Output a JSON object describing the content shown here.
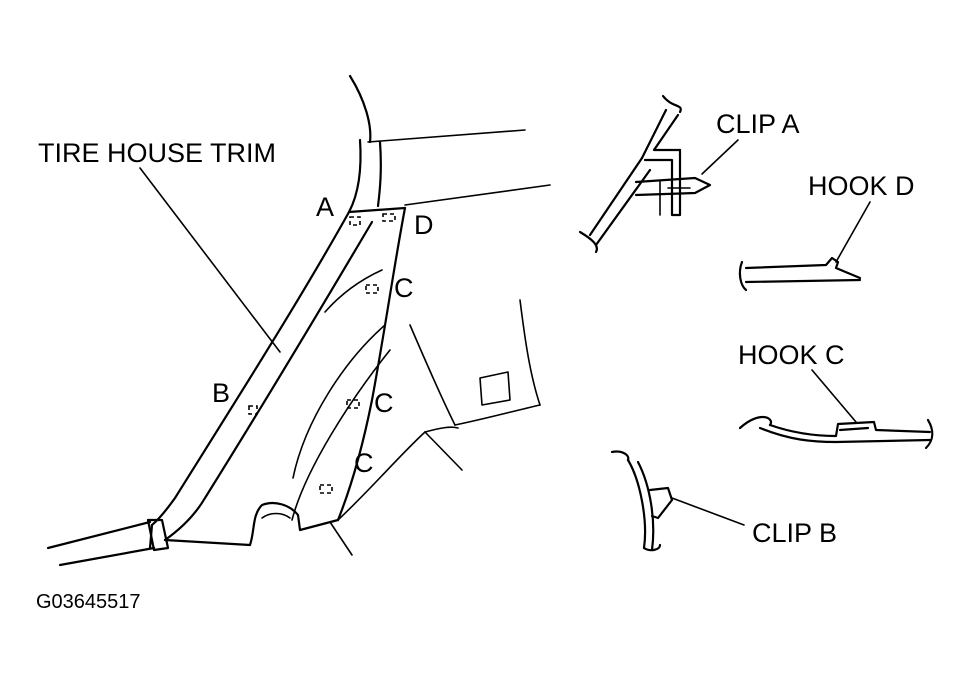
{
  "labels": {
    "tire_house_trim": "TIRE HOUSE TRIM",
    "clip_a": "CLIP A",
    "clip_b": "CLIP B",
    "hook_c": "HOOK C",
    "hook_d": "HOOK D",
    "point_a": "A",
    "point_b": "B",
    "point_c1": "C",
    "point_c2": "C",
    "point_c3": "C",
    "point_d": "D"
  },
  "figure_code": "G03645517"
}
